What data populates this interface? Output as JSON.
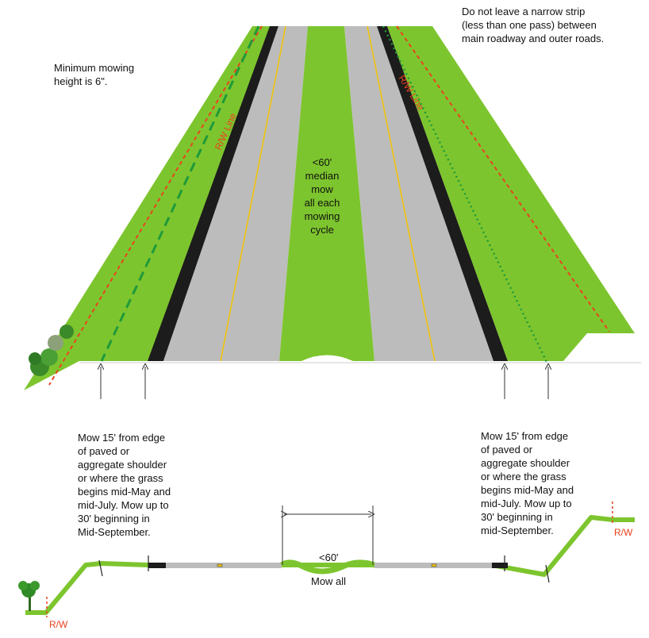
{
  "notes": {
    "strip_note": "Do not leave a narrow strip\n(less than one pass) between\nmain roadway and outer roads.",
    "min_height_note": "Minimum mowing\nheight is 6\".",
    "median_note": "<60'\nmedian\nmow\nall each\nmowing\ncycle",
    "left_mow_note": "Mow 15' from edge\nof paved or\naggregate shoulder\nor where the grass\nbegins mid-May and\nmid-July. Mow up to\n30' beginning in\nMid-September.",
    "right_mow_note": "Mow 15' from edge\nof paved or\naggregate shoulder\nor where the grass\nbegins mid-May and\nmid-July. Mow up to\n30' beginning in\nmid-September.",
    "median_width": "<60'",
    "mow_all": "Mow all"
  },
  "labels": {
    "rw_line_left": "R/W Line",
    "rw_line_right": "R/W Line",
    "rw_left": "R/W",
    "rw_right": "R/W"
  },
  "colors": {
    "grass": "#7dc52e",
    "pavement": "#bcbcbc",
    "shoulder": "#1c1c1c",
    "lane_line": "#f2c300",
    "rw_line": "#e8431f",
    "mow_line": "#1f9a3a"
  }
}
